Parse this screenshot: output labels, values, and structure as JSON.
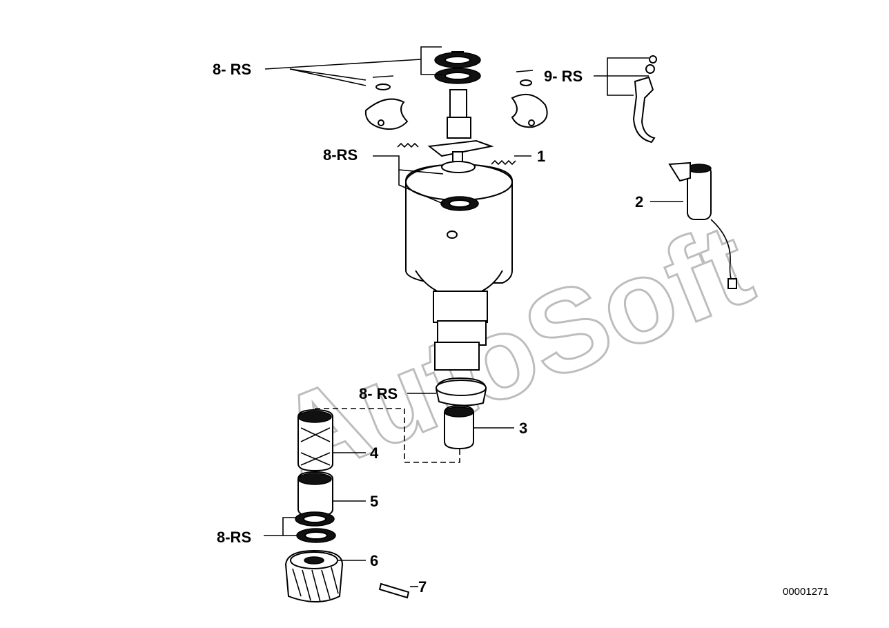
{
  "watermark": "AutoSoft",
  "catalog_number": "00001271",
  "callouts": [
    {
      "id": "c8rs-top",
      "text": "8- RS"
    },
    {
      "id": "c9rs",
      "text": "9- RS"
    },
    {
      "id": "c8rs-mid",
      "text": "8-RS"
    },
    {
      "id": "c1",
      "text": "1"
    },
    {
      "id": "c2",
      "text": "2"
    },
    {
      "id": "c8rs-low",
      "text": "8- RS"
    },
    {
      "id": "c3",
      "text": "3"
    },
    {
      "id": "c4",
      "text": "4"
    },
    {
      "id": "c5",
      "text": "5"
    },
    {
      "id": "c8rs-bottom",
      "text": "8-RS"
    },
    {
      "id": "c6",
      "text": "6"
    },
    {
      "id": "c7",
      "text": "7"
    }
  ]
}
